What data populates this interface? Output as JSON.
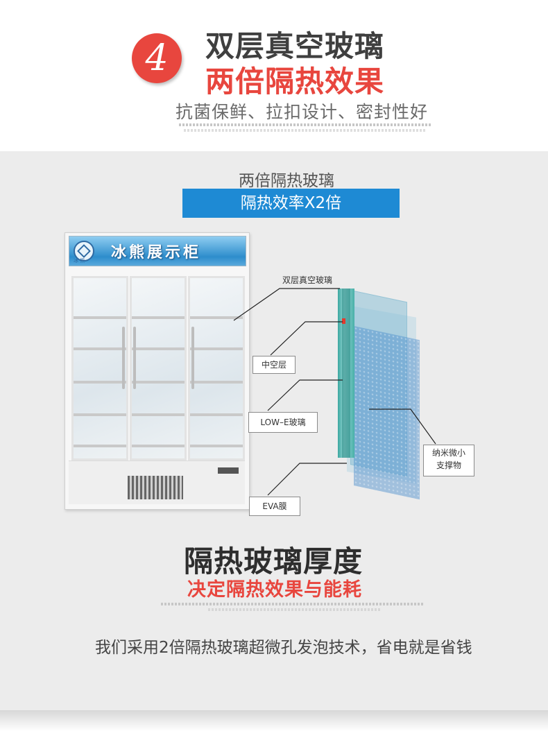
{
  "header": {
    "badge_number": "4",
    "title_line1": "双层真空玻璃",
    "title_line2": "两倍隔热效果",
    "subtitle": "抗菌保鲜、拉扣设计、密封性好"
  },
  "glass_section": {
    "label": "两倍隔热玻璃",
    "banner": "隔热效率X2倍"
  },
  "fridge": {
    "brand_sign": "冰熊展示柜",
    "logo_text": "冰 熊"
  },
  "callouts": {
    "double_vacuum_glass": "双层真空玻璃",
    "hollow_layer": "中空层",
    "low_e_glass": "LOW–E玻璃",
    "eva_film": "EVA膜",
    "nano_support_line1": "纳米微小",
    "nano_support_line2": "支撑物"
  },
  "bottom": {
    "title": "隔热玻璃厚度",
    "subtitle": "决定隔热效果与能耗",
    "description": "我们采用2倍隔热玻璃超微孔发泡技术，省电就是省钱"
  },
  "colors": {
    "accent_red": "#e8463e",
    "banner_blue": "#1e8ad4",
    "panel_gray": "#ececec"
  }
}
